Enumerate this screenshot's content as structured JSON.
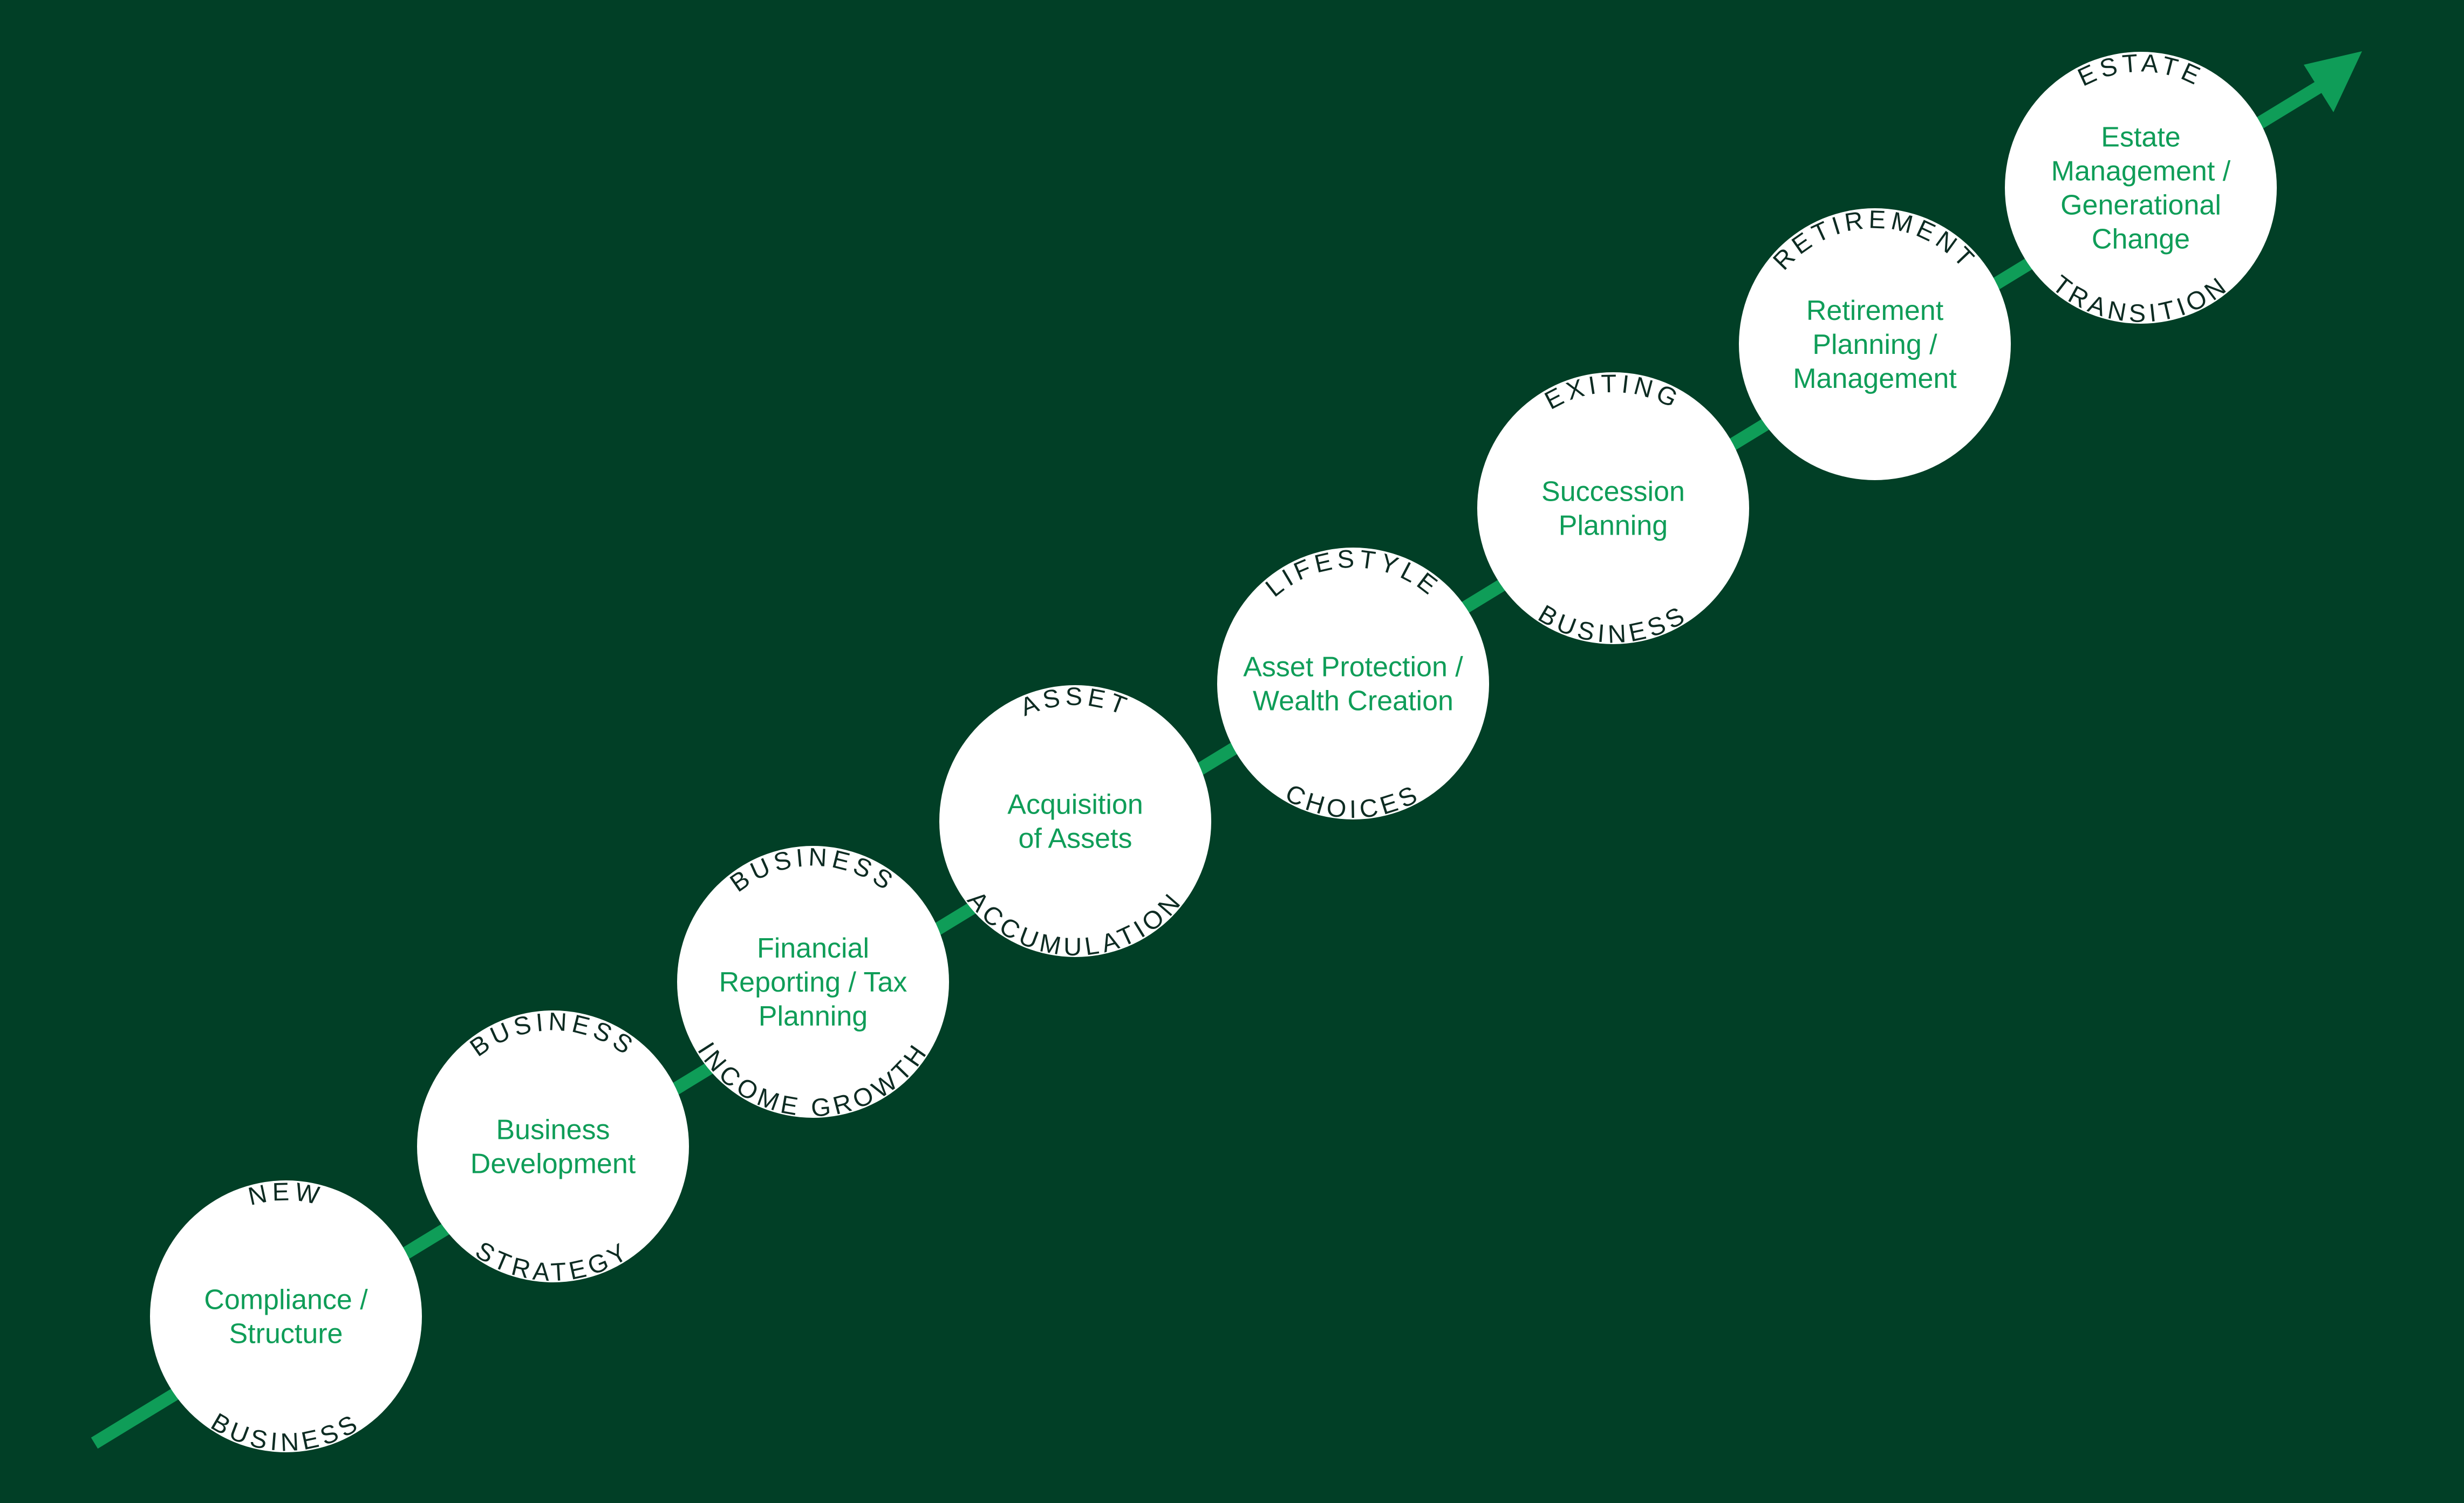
{
  "colors": {
    "background": "#013f26",
    "arrow": "#0f9d58",
    "circle": "#ffffff",
    "title_text": "#0f9d58",
    "arc_text": "#0d2b22"
  },
  "stages": [
    {
      "top": "NEW",
      "bottom": "BUSINESS",
      "lines": [
        "Compliance /",
        "Structure"
      ]
    },
    {
      "top": "BUSINESS",
      "bottom": "STRATEGY",
      "lines": [
        "Business",
        "Development"
      ]
    },
    {
      "top": "BUSINESS",
      "bottom": "INCOME GROWTH",
      "lines": [
        "Financial",
        "Reporting / Tax",
        "Planning"
      ]
    },
    {
      "top": "ASSET",
      "bottom": "ACCUMULATION",
      "lines": [
        "Acquisition",
        "of Assets"
      ]
    },
    {
      "top": "LIFESTYLE",
      "bottom": "CHOICES",
      "lines": [
        "Asset Protection /",
        "Wealth Creation"
      ]
    },
    {
      "top": "EXITING",
      "bottom": "BUSINESS",
      "lines": [
        "Succession",
        "Planning"
      ]
    },
    {
      "top": "RETIREMENT",
      "bottom": "",
      "lines": [
        "Retirement",
        "Planning /",
        "Management"
      ]
    },
    {
      "top": "ESTATE",
      "bottom": "TRANSITION",
      "lines": [
        "Estate",
        "Management /",
        "Generational",
        "Change"
      ]
    }
  ]
}
